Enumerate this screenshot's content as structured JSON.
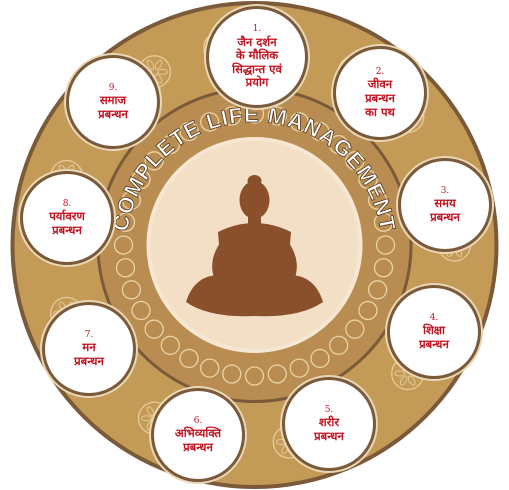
{
  "center_title": "COMPLETE LIFE MANAGEMENT",
  "center_figure": "seated-meditating-monk-icon",
  "colors": {
    "outer_ring": "#c49a57",
    "outer_ring_pattern": "#e3c996",
    "inner_band": "#b98d52",
    "dark_border": "#7b5a3a",
    "center_disc": "#f3dfc6",
    "figure": "#8a4f2b",
    "node_text": "#c1121f"
  },
  "nodes": [
    {
      "number": "1.",
      "label": "जैन दर्शन\nके मौलिक\nसिद्धान्त एवं\nप्रयोग"
    },
    {
      "number": "2.",
      "label": "जीवन\nप्रबन्धन\nका पथ"
    },
    {
      "number": "3.",
      "label": "समय\nप्रबन्धन"
    },
    {
      "number": "4.",
      "label": "शिक्षा\nप्रबन्धन"
    },
    {
      "number": "5.",
      "label": "शरीर\nप्रबन्धन"
    },
    {
      "number": "6.",
      "label": "अभिव्यक्ति\nप्रबन्धन"
    },
    {
      "number": "7.",
      "label": "मन\nप्रबन्धन"
    },
    {
      "number": "8.",
      "label": "पर्यावरण\nप्रबन्धन"
    },
    {
      "number": "9.",
      "label": "समाज\nप्रबन्धन"
    }
  ]
}
